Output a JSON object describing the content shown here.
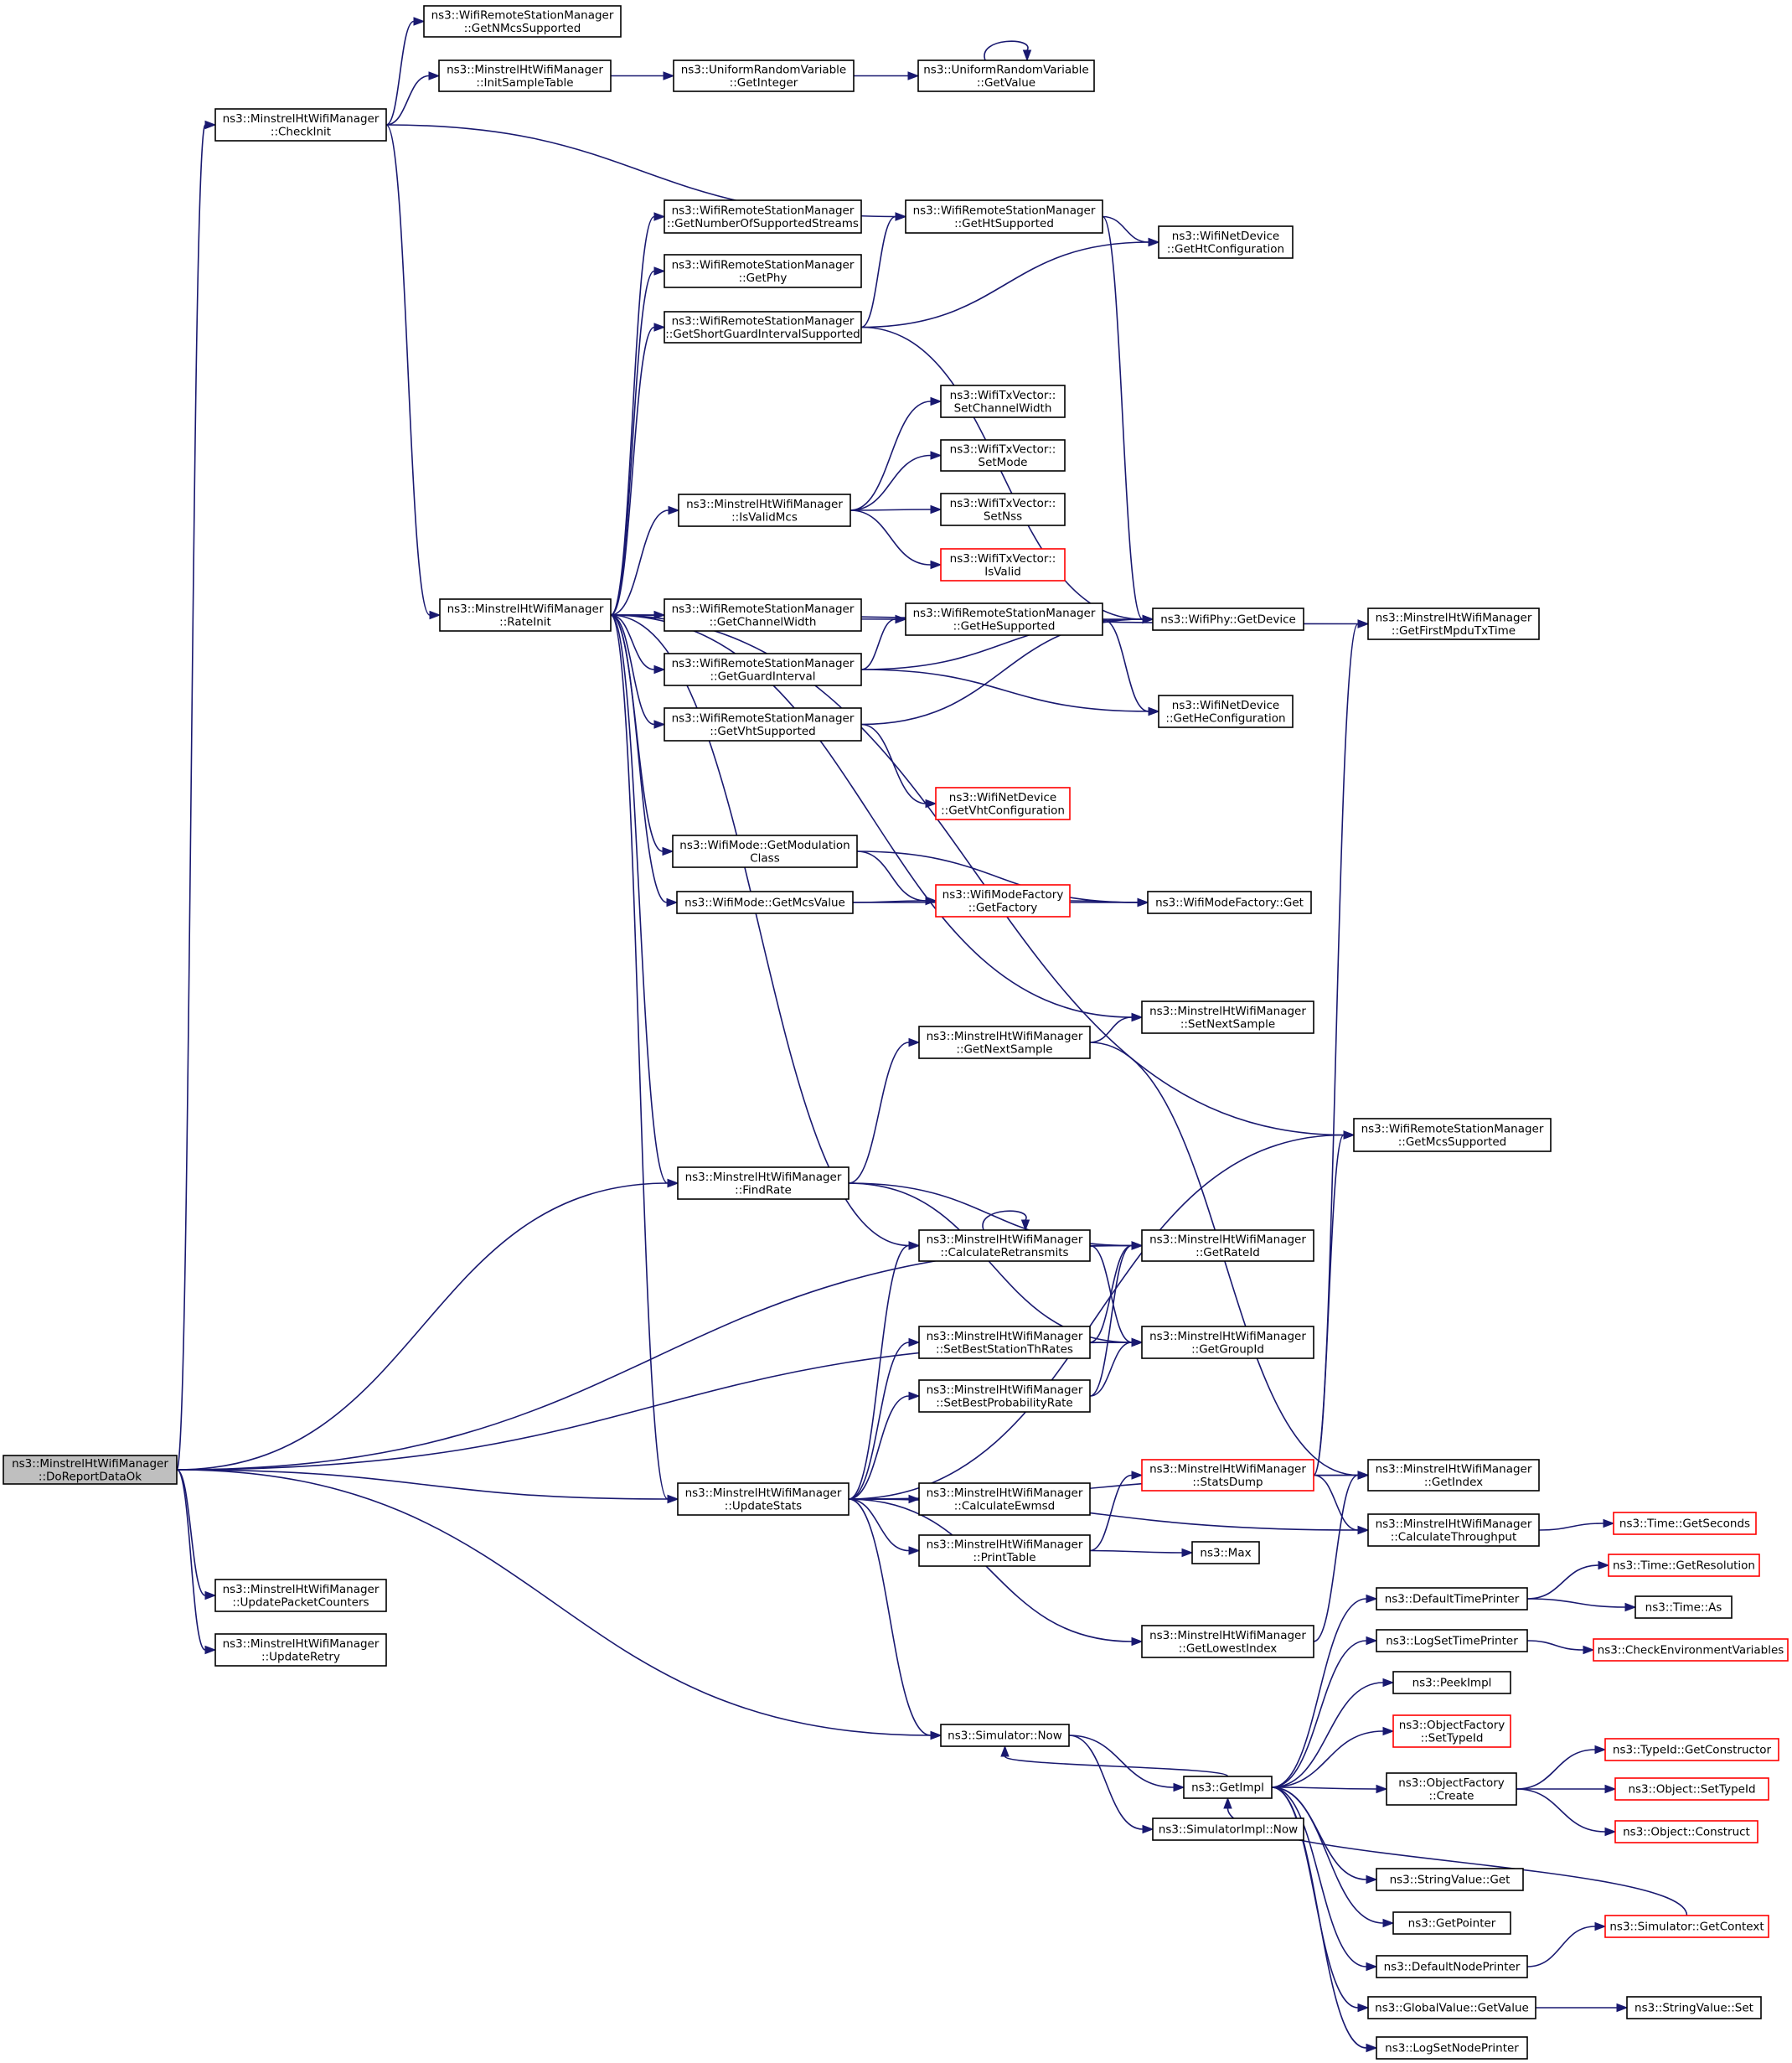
{
  "nodes": [
    {
      "id": "doReportDataOk",
      "lines": [
        "ns3::MinstrelHtWifiManager",
        "::DoReportDataOk"
      ],
      "style": "root"
    },
    {
      "id": "checkInit",
      "lines": [
        "ns3::MinstrelHtWifiManager",
        "::CheckInit"
      ]
    },
    {
      "id": "getNMcsSupported",
      "lines": [
        "ns3::WifiRemoteStationManager",
        "::GetNMcsSupported"
      ]
    },
    {
      "id": "initSampleTable",
      "lines": [
        "ns3::MinstrelHtWifiManager",
        "::InitSampleTable"
      ]
    },
    {
      "id": "getInteger",
      "lines": [
        "ns3::UniformRandomVariable",
        "::GetInteger"
      ]
    },
    {
      "id": "getValueURV",
      "lines": [
        "ns3::UniformRandomVariable",
        "::GetValue"
      ]
    },
    {
      "id": "getNumberOfSupportedStreams",
      "lines": [
        "ns3::WifiRemoteStationManager",
        "::GetNumberOfSupportedStreams"
      ]
    },
    {
      "id": "getHtSupported",
      "lines": [
        "ns3::WifiRemoteStationManager",
        "::GetHtSupported"
      ]
    },
    {
      "id": "getHtConfiguration",
      "lines": [
        "ns3::WifiNetDevice",
        "::GetHtConfiguration"
      ]
    },
    {
      "id": "getPhy",
      "lines": [
        "ns3::WifiRemoteStationManager",
        "::GetPhy"
      ]
    },
    {
      "id": "getShortGuardIntervalSupported",
      "lines": [
        "ns3::WifiRemoteStationManager",
        "::GetShortGuardIntervalSupported"
      ]
    },
    {
      "id": "setChannelWidth",
      "lines": [
        "ns3::WifiTxVector::",
        "SetChannelWidth"
      ]
    },
    {
      "id": "setMode",
      "lines": [
        "ns3::WifiTxVector::",
        "SetMode"
      ]
    },
    {
      "id": "isValidMcs",
      "lines": [
        "ns3::MinstrelHtWifiManager",
        "::IsValidMcs"
      ]
    },
    {
      "id": "setNss",
      "lines": [
        "ns3::WifiTxVector::",
        "SetNss"
      ]
    },
    {
      "id": "isValid",
      "lines": [
        "ns3::WifiTxVector::",
        "IsValid"
      ],
      "style": "red"
    },
    {
      "id": "rateInit",
      "lines": [
        "ns3::MinstrelHtWifiManager",
        "::RateInit"
      ]
    },
    {
      "id": "getChannelWidth",
      "lines": [
        "ns3::WifiRemoteStationManager",
        "::GetChannelWidth"
      ]
    },
    {
      "id": "getHeSupported",
      "lines": [
        "ns3::WifiRemoteStationManager",
        "::GetHeSupported"
      ]
    },
    {
      "id": "getDevice",
      "lines": [
        "ns3::WifiPhy::GetDevice"
      ]
    },
    {
      "id": "getFirstMpduTxTime",
      "lines": [
        "ns3::MinstrelHtWifiManager",
        "::GetFirstMpduTxTime"
      ]
    },
    {
      "id": "getGuardInterval",
      "lines": [
        "ns3::WifiRemoteStationManager",
        "::GetGuardInterval"
      ]
    },
    {
      "id": "getHeConfiguration",
      "lines": [
        "ns3::WifiNetDevice",
        "::GetHeConfiguration"
      ]
    },
    {
      "id": "getVhtSupported",
      "lines": [
        "ns3::WifiRemoteStationManager",
        "::GetVhtSupported"
      ]
    },
    {
      "id": "getVhtConfiguration",
      "lines": [
        "ns3::WifiNetDevice",
        "::GetVhtConfiguration"
      ],
      "style": "red"
    },
    {
      "id": "getModulationClass",
      "lines": [
        "ns3::WifiMode::GetModulation",
        "Class"
      ]
    },
    {
      "id": "getFactory",
      "lines": [
        "ns3::WifiModeFactory",
        "::GetFactory"
      ],
      "style": "red"
    },
    {
      "id": "wifiModeFactoryGet",
      "lines": [
        "ns3::WifiModeFactory::Get"
      ]
    },
    {
      "id": "getMcsValue",
      "lines": [
        "ns3::WifiMode::GetMcsValue"
      ]
    },
    {
      "id": "setNextSample",
      "lines": [
        "ns3::MinstrelHtWifiManager",
        "::SetNextSample"
      ]
    },
    {
      "id": "getNextSample",
      "lines": [
        "ns3::MinstrelHtWifiManager",
        "::GetNextSample"
      ]
    },
    {
      "id": "getMcsSupported",
      "lines": [
        "ns3::WifiRemoteStationManager",
        "::GetMcsSupported"
      ]
    },
    {
      "id": "findRate",
      "lines": [
        "ns3::MinstrelHtWifiManager",
        "::FindRate"
      ]
    },
    {
      "id": "calculateRetransmits",
      "lines": [
        "ns3::MinstrelHtWifiManager",
        "::CalculateRetransmits"
      ]
    },
    {
      "id": "getRateId",
      "lines": [
        "ns3::MinstrelHtWifiManager",
        "::GetRateId"
      ]
    },
    {
      "id": "setBestStationThRates",
      "lines": [
        "ns3::MinstrelHtWifiManager",
        "::SetBestStationThRates"
      ]
    },
    {
      "id": "getGroupId",
      "lines": [
        "ns3::MinstrelHtWifiManager",
        "::GetGroupId"
      ]
    },
    {
      "id": "setBestProbabilityRate",
      "lines": [
        "ns3::MinstrelHtWifiManager",
        "::SetBestProbabilityRate"
      ]
    },
    {
      "id": "statsDump",
      "lines": [
        "ns3::MinstrelHtWifiManager",
        "::StatsDump"
      ],
      "style": "red"
    },
    {
      "id": "getIndex",
      "lines": [
        "ns3::MinstrelHtWifiManager",
        "::GetIndex"
      ]
    },
    {
      "id": "updateStats",
      "lines": [
        "ns3::MinstrelHtWifiManager",
        "::UpdateStats"
      ]
    },
    {
      "id": "calculateEwmsd",
      "lines": [
        "ns3::MinstrelHtWifiManager",
        "::CalculateEwmsd"
      ]
    },
    {
      "id": "calculateThroughput",
      "lines": [
        "ns3::MinstrelHtWifiManager",
        "::CalculateThroughput"
      ]
    },
    {
      "id": "getSeconds",
      "lines": [
        "ns3::Time::GetSeconds"
      ],
      "style": "red"
    },
    {
      "id": "printTable",
      "lines": [
        "ns3::MinstrelHtWifiManager",
        "::PrintTable"
      ]
    },
    {
      "id": "max",
      "lines": [
        "ns3::Max"
      ]
    },
    {
      "id": "getResolution",
      "lines": [
        "ns3::Time::GetResolution"
      ],
      "style": "red"
    },
    {
      "id": "defaultTimePrinter",
      "lines": [
        "ns3::DefaultTimePrinter"
      ]
    },
    {
      "id": "timeAs",
      "lines": [
        "ns3::Time::As"
      ]
    },
    {
      "id": "updatePacketCounters",
      "lines": [
        "ns3::MinstrelHtWifiManager",
        "::UpdatePacketCounters"
      ]
    },
    {
      "id": "getLowestIndex",
      "lines": [
        "ns3::MinstrelHtWifiManager",
        "::GetLowestIndex"
      ]
    },
    {
      "id": "logSetTimePrinter",
      "lines": [
        "ns3::LogSetTimePrinter"
      ]
    },
    {
      "id": "checkEnvironmentVariables",
      "lines": [
        "ns3::CheckEnvironmentVariables"
      ],
      "style": "red"
    },
    {
      "id": "updateRetry",
      "lines": [
        "ns3::MinstrelHtWifiManager",
        "::UpdateRetry"
      ]
    },
    {
      "id": "peekImpl",
      "lines": [
        "ns3::PeekImpl"
      ]
    },
    {
      "id": "simulatorNow",
      "lines": [
        "ns3::Simulator::Now"
      ]
    },
    {
      "id": "objectFactorySetTypeId",
      "lines": [
        "ns3::ObjectFactory",
        "::SetTypeId"
      ],
      "style": "red"
    },
    {
      "id": "getConstructor",
      "lines": [
        "ns3::TypeId::GetConstructor"
      ],
      "style": "red"
    },
    {
      "id": "getImpl",
      "lines": [
        "ns3::GetImpl"
      ]
    },
    {
      "id": "objectFactoryCreate",
      "lines": [
        "ns3::ObjectFactory",
        "::Create"
      ]
    },
    {
      "id": "objectSetTypeId",
      "lines": [
        "ns3::Object::SetTypeId"
      ],
      "style": "red"
    },
    {
      "id": "simulatorImplNow",
      "lines": [
        "ns3::SimulatorImpl::Now"
      ]
    },
    {
      "id": "objectConstruct",
      "lines": [
        "ns3::Object::Construct"
      ],
      "style": "red"
    },
    {
      "id": "stringValueGet",
      "lines": [
        "ns3::StringValue::Get"
      ]
    },
    {
      "id": "getPointer",
      "lines": [
        "ns3::GetPointer"
      ]
    },
    {
      "id": "getContext",
      "lines": [
        "ns3::Simulator::GetContext"
      ],
      "style": "red"
    },
    {
      "id": "defaultNodePrinter",
      "lines": [
        "ns3::DefaultNodePrinter"
      ]
    },
    {
      "id": "globalValueGetValue",
      "lines": [
        "ns3::GlobalValue::GetValue"
      ]
    },
    {
      "id": "stringValueSet",
      "lines": [
        "ns3::StringValue::Set"
      ]
    },
    {
      "id": "logSetNodePrinter",
      "lines": [
        "ns3::LogSetNodePrinter"
      ]
    }
  ],
  "edges": [
    [
      "doReportDataOk",
      "checkInit"
    ],
    [
      "doReportDataOk",
      "findRate"
    ],
    [
      "doReportDataOk",
      "getRateId"
    ],
    [
      "doReportDataOk",
      "getGroupId"
    ],
    [
      "doReportDataOk",
      "updateStats"
    ],
    [
      "doReportDataOk",
      "simulatorNow"
    ],
    [
      "doReportDataOk",
      "updatePacketCounters"
    ],
    [
      "doReportDataOk",
      "updateRetry"
    ],
    [
      "checkInit",
      "getNMcsSupported"
    ],
    [
      "checkInit",
      "initSampleTable"
    ],
    [
      "checkInit",
      "getHtSupported"
    ],
    [
      "checkInit",
      "rateInit"
    ],
    [
      "initSampleTable",
      "getInteger"
    ],
    [
      "getInteger",
      "getValueURV"
    ],
    [
      "getValueURV",
      "getValueURV"
    ],
    [
      "getHtSupported",
      "getHtConfiguration"
    ],
    [
      "getHtSupported",
      "getDevice"
    ],
    [
      "getShortGuardIntervalSupported",
      "getHtSupported"
    ],
    [
      "getShortGuardIntervalSupported",
      "getHtConfiguration"
    ],
    [
      "getShortGuardIntervalSupported",
      "getDevice"
    ],
    [
      "isValidMcs",
      "setChannelWidth"
    ],
    [
      "isValidMcs",
      "setMode"
    ],
    [
      "isValidMcs",
      "setNss"
    ],
    [
      "isValidMcs",
      "isValid"
    ],
    [
      "rateInit",
      "getNumberOfSupportedStreams"
    ],
    [
      "rateInit",
      "getPhy"
    ],
    [
      "rateInit",
      "getShortGuardIntervalSupported"
    ],
    [
      "rateInit",
      "getFirstMpduTxTime"
    ],
    [
      "rateInit",
      "getMcsSupported"
    ],
    [
      "rateInit",
      "isValidMcs"
    ],
    [
      "rateInit",
      "getChannelWidth"
    ],
    [
      "rateInit",
      "getHeSupported"
    ],
    [
      "rateInit",
      "getGuardInterval"
    ],
    [
      "rateInit",
      "getVhtSupported"
    ],
    [
      "rateInit",
      "getModulationClass"
    ],
    [
      "rateInit",
      "getMcsValue"
    ],
    [
      "rateInit",
      "setNextSample"
    ],
    [
      "rateInit",
      "findRate"
    ],
    [
      "rateInit",
      "calculateRetransmits"
    ],
    [
      "rateInit",
      "updateStats"
    ],
    [
      "getHeSupported",
      "getDevice"
    ],
    [
      "getHeSupported",
      "getHeConfiguration"
    ],
    [
      "getGuardInterval",
      "getHeSupported"
    ],
    [
      "getGuardInterval",
      "getDevice"
    ],
    [
      "getGuardInterval",
      "getHeConfiguration"
    ],
    [
      "getVhtSupported",
      "getDevice"
    ],
    [
      "getVhtSupported",
      "getVhtConfiguration"
    ],
    [
      "getModulationClass",
      "getFactory"
    ],
    [
      "getModulationClass",
      "wifiModeFactoryGet"
    ],
    [
      "getMcsValue",
      "getFactory"
    ],
    [
      "getMcsValue",
      "wifiModeFactoryGet"
    ],
    [
      "getFactory",
      "wifiModeFactoryGet"
    ],
    [
      "getNextSample",
      "setNextSample"
    ],
    [
      "getNextSample",
      "getIndex"
    ],
    [
      "findRate",
      "getNextSample"
    ],
    [
      "findRate",
      "getRateId"
    ],
    [
      "findRate",
      "getGroupId"
    ],
    [
      "calculateRetransmits",
      "calculateRetransmits"
    ],
    [
      "calculateRetransmits",
      "getRateId"
    ],
    [
      "calculateRetransmits",
      "getGroupId"
    ],
    [
      "setBestStationThRates",
      "getRateId"
    ],
    [
      "setBestStationThRates",
      "getGroupId"
    ],
    [
      "setBestProbabilityRate",
      "getRateId"
    ],
    [
      "setBestProbabilityRate",
      "getGroupId"
    ],
    [
      "updateStats",
      "getMcsSupported"
    ],
    [
      "updateStats",
      "calculateRetransmits"
    ],
    [
      "updateStats",
      "setBestStationThRates"
    ],
    [
      "updateStats",
      "setBestProbabilityRate"
    ],
    [
      "updateStats",
      "calculateEwmsd"
    ],
    [
      "updateStats",
      "printTable"
    ],
    [
      "updateStats",
      "getIndex"
    ],
    [
      "updateStats",
      "getLowestIndex"
    ],
    [
      "updateStats",
      "calculateThroughput"
    ],
    [
      "updateStats",
      "simulatorNow"
    ],
    [
      "printTable",
      "statsDump"
    ],
    [
      "printTable",
      "max"
    ],
    [
      "statsDump",
      "getFirstMpduTxTime"
    ],
    [
      "statsDump",
      "getMcsSupported"
    ],
    [
      "statsDump",
      "getIndex"
    ],
    [
      "statsDump",
      "calculateThroughput"
    ],
    [
      "calculateThroughput",
      "getSeconds"
    ],
    [
      "getLowestIndex",
      "getIndex"
    ],
    [
      "simulatorNow",
      "getImpl"
    ],
    [
      "simulatorNow",
      "simulatorImplNow"
    ],
    [
      "getImpl",
      "simulatorNow"
    ],
    [
      "getImpl",
      "defaultTimePrinter"
    ],
    [
      "getImpl",
      "logSetTimePrinter"
    ],
    [
      "getImpl",
      "peekImpl"
    ],
    [
      "getImpl",
      "objectFactorySetTypeId"
    ],
    [
      "getImpl",
      "objectFactoryCreate"
    ],
    [
      "getImpl",
      "stringValueGet"
    ],
    [
      "getImpl",
      "getPointer"
    ],
    [
      "getImpl",
      "defaultNodePrinter"
    ],
    [
      "getImpl",
      "globalValueGetValue"
    ],
    [
      "getImpl",
      "logSetNodePrinter"
    ],
    [
      "defaultTimePrinter",
      "getResolution"
    ],
    [
      "defaultTimePrinter",
      "timeAs"
    ],
    [
      "logSetTimePrinter",
      "checkEnvironmentVariables"
    ],
    [
      "objectFactoryCreate",
      "getConstructor"
    ],
    [
      "objectFactoryCreate",
      "objectSetTypeId"
    ],
    [
      "objectFactoryCreate",
      "objectConstruct"
    ],
    [
      "defaultNodePrinter",
      "getContext"
    ],
    [
      "getContext",
      "getImpl"
    ],
    [
      "globalValueGetValue",
      "stringValueSet"
    ]
  ]
}
